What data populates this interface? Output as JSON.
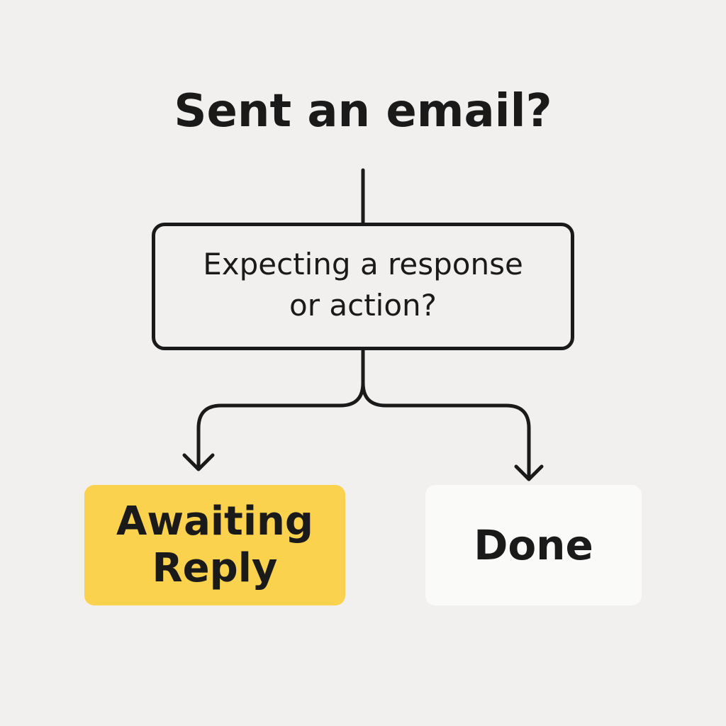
{
  "title": "Sent an email?",
  "decision": {
    "text_line1": "Expecting a response",
    "text_line2": "or action?"
  },
  "outcomes": {
    "awaiting": {
      "line1": "Awaiting",
      "line2": "Reply",
      "color": "#fbd24e"
    },
    "done": {
      "label": "Done",
      "color": "#fafaf8"
    }
  },
  "colors": {
    "background": "#f1f0ee",
    "stroke": "#1a1a1a"
  }
}
